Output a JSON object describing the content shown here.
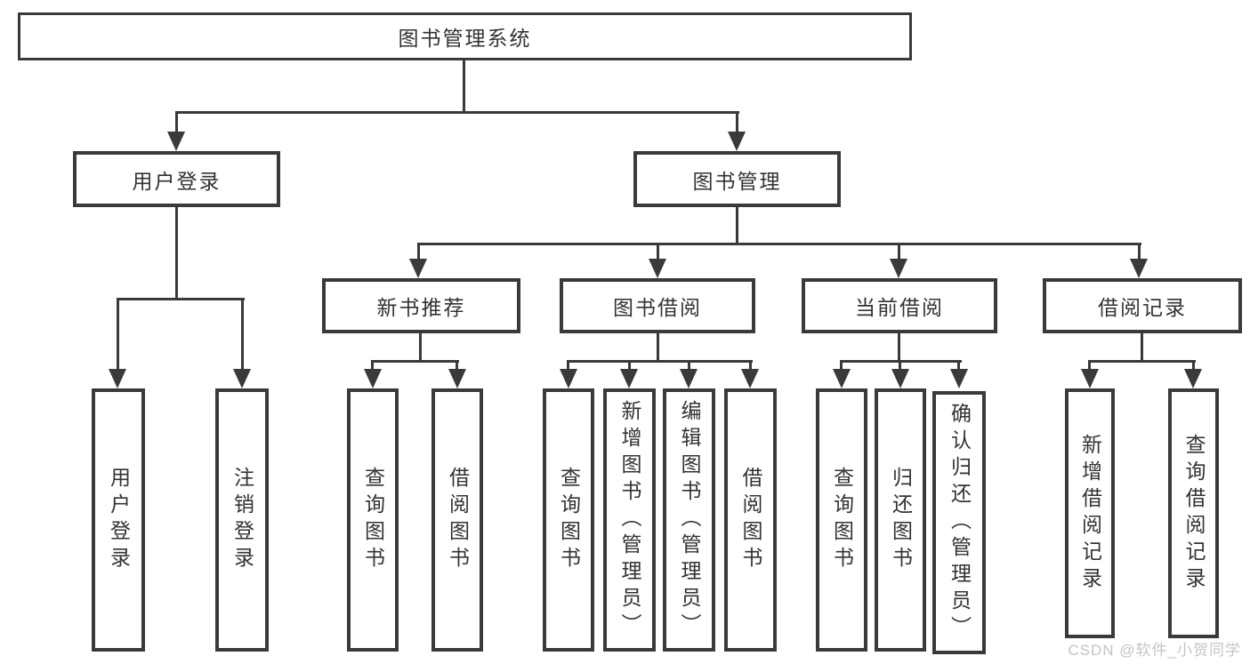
{
  "diagram": {
    "root": "图书管理系统",
    "user_login": {
      "label": "用户登录",
      "leaves": [
        "用户登录",
        "注销登录"
      ]
    },
    "book_mgmt": {
      "label": "图书管理"
    },
    "new_book": {
      "label": "新书推荐",
      "leaves": [
        "查询图书",
        "借阅图书"
      ]
    },
    "borrow": {
      "label": "图书借阅",
      "leaves": [
        "查询图书",
        "新增图书（管理员）",
        "编辑图书（管理员）",
        "借阅图书"
      ]
    },
    "current": {
      "label": "当前借阅",
      "leaves": [
        "查询图书",
        "归还图书",
        "确认归还（管理员）"
      ]
    },
    "records": {
      "label": "借阅记录",
      "leaves": [
        "新增借阅记录",
        "查询借阅记录"
      ]
    }
  },
  "watermark": "CSDN @软件_小贺同学",
  "colors": {
    "line": "#3a3a3a",
    "text": "#333333",
    "watermark": "#c4c4c4",
    "background": "#ffffff"
  }
}
